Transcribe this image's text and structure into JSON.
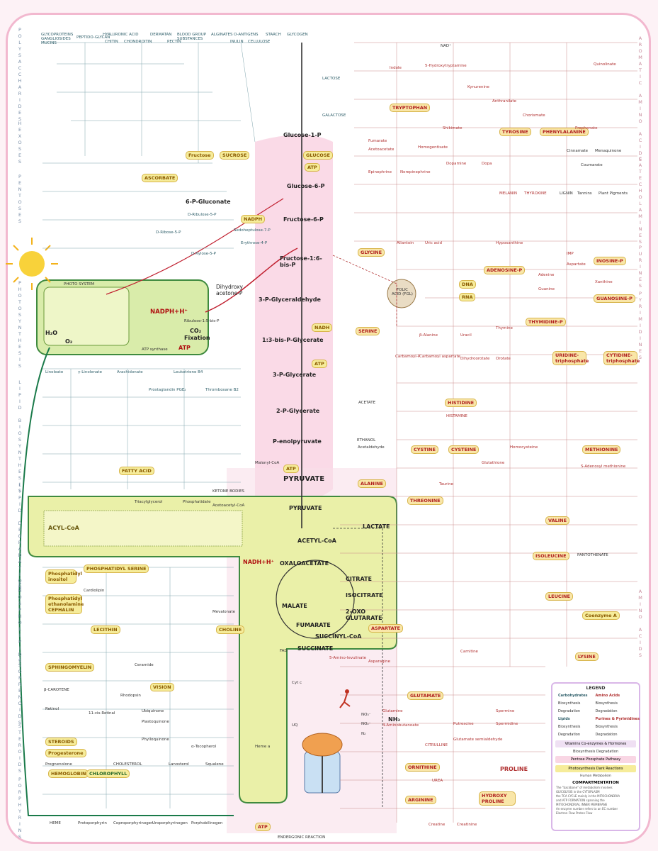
{
  "left_margin": {
    "polysaccharides": "POLYSACCHARIDES",
    "hexoses": "HEXOSES",
    "pentoses": "PENTOSES",
    "photosynthesis": "PHOTOSYNTHESIS",
    "lipid_biosynthesis": "LIPID BIOSYNTHESIS",
    "lipid_degradation": "LIPID DEGRADATION",
    "phospholipids": "PHOSPHOLIPIDS",
    "isoprenoids": "ISOPRENOIDS",
    "steroids": "STEROIDS",
    "porphyrins": "PORPHYRINS"
  },
  "right_margin": {
    "aromatic": "AROMATIC AMINO ACIDS",
    "catecholamines": "CATECHOLAMINES",
    "purines": "PURINES",
    "pyrimidines": "PYRIMIDINES",
    "amino_acids": "AMINO ACIDS"
  },
  "top_polysaccharides": [
    "GLYCOPROTEINS GANGLIOSIDES MUCINS",
    "PEPTIDO-GLYCAN",
    "HYALURONIC ACID",
    "CHITIN",
    "CHONDROITIN",
    "DERMATAN",
    "PECTIN",
    "BLOOD GROUP SUBSTANCES",
    "ALGINATES",
    "O-ANTIGENS",
    "INULIN",
    "CELLULOSE",
    "STARCH",
    "GLYCOGEN",
    "LACTOSE",
    "GALACTOSE"
  ],
  "glycolysis": {
    "glucose_1p": "Glucose-1-P",
    "glucose": "GLUCOSE",
    "sucrose": "SUCROSE",
    "fructose": "Fructose",
    "glucose_6p": "Glucose-6-P",
    "fructose_6p": "Fructose-6-P",
    "fructose_16bp": "Fructose-1:6-bis-P",
    "dhap": "Dihydroxy acetone-P",
    "gap": "3-P-Glyceraldehyde",
    "bpg": "1:3-bis-P-Glycerate",
    "pg3": "3-P-Glycerate",
    "pg2": "2-P-Glycerate",
    "pep": "P-enolpyruvate",
    "pyruvate": "PYRUVATE",
    "nadph": "NADPH",
    "nadh": "NADH",
    "atp": "ATP"
  },
  "pentose": {
    "six_pg": "6-P-Gluconate",
    "ascorbate": "ASCORBATE",
    "ribulose": "D-Ribulose-5-P",
    "xylose": "D-Xylose-5-P",
    "ribose": "D-Ribose-5-P",
    "erythrose": "Erythrose-4-P",
    "sedo": "Sedoheptulose-7-P"
  },
  "photosynthesis": {
    "nadph_h": "NADPH+H⁺",
    "co2": "CO₂",
    "fixation": "Fixation",
    "atp": "ATP",
    "h2o": "H₂O",
    "o2": "O₂",
    "ribulose_bp": "Ribulose-1:5-bis-P",
    "photosystem": "PHOTO SYSTEM",
    "atp_synthase": "ATP synthase"
  },
  "tca": {
    "pyruvate": "PYRUVATE",
    "acetyl_coa": "ACETYL-CoA",
    "oxaloacetate": "OXALOACETATE",
    "citrate": "CITRATE",
    "isocitrate": "ISOCITRATE",
    "oxoglutarate": "2-OXO GLUTARATE",
    "succinyl_coa": "SUCCINYL-CoA",
    "succinate": "SUCCINATE",
    "fumarate": "FUMARATE",
    "malate": "MALATE",
    "nadh_h": "NADH+H⁺",
    "fad": "FAD",
    "atp": "ATP",
    "endergonic": "ENDERGONIC REACTION",
    "uq": "UQ",
    "cyt_c": "Cyt c",
    "heme_a": "Heme a"
  },
  "lipids": {
    "fatty_acid": "FATTY ACID",
    "acyl_coa": "ACYL-CoA",
    "acetoacetyl": "Acetoacetyl-CoA",
    "ketone_bodies": "KETONE BODIES",
    "malonyl": "Malonyl-CoA",
    "linoleate": "Linoleate",
    "linolenate": "γ-Linolenate",
    "arachidonate": "Arachidonate",
    "leukotriene": "Leukotriene B4",
    "prostaglandin": "Prostaglandin PGE₂",
    "thromboxane": "Thromboxane B2",
    "phosphatidate": "Phosphatidate",
    "triacylglycerol": "Triacylglycerol",
    "mevalonate": "Mevalonate"
  },
  "phospholipids": {
    "ph_inositol": "Phosphatidyl inositol",
    "ph_ethanolamine": "Phosphatidyl ethanolamine CEPHALIN",
    "ph_serine": "PHOSPHATIDYL SERINE",
    "lecithin": "LECITHIN",
    "sphingomyelin": "SPHINGOMYELIN",
    "ceramide": "Ceramide",
    "choline": "CHOLINE",
    "cardiolipin": "Cardiolipin"
  },
  "isoprenoids": {
    "vision": "VISION",
    "carotene": "β-CAROTENE",
    "rhodopsin": "Rhodopsin",
    "retinol": "Retinol",
    "retinal": "11-cis-Retinal",
    "steroids": "STEROIDS",
    "progesterone": "Progesterone",
    "pregnenolone": "Pregnenolone",
    "cholesterol": "CHOLESTEROL",
    "lanosterol": "Lanosterol",
    "squalene": "Squalene",
    "ubiquinone": "Ubiquinone",
    "plastoquinone": "Plastoquinone",
    "tocopherol": "α-Tocopherol",
    "phylloquinone": "Phylloquinone"
  },
  "porphyrins": {
    "hemoglobin": "HEMOGLOBIN",
    "chlorophyll": "CHLOROPHYLL",
    "heme": "HEME",
    "protoporphyrin": "Protoporphyrin",
    "coproporphyrinogen": "Coproporphyrinogen",
    "uroporphyrinogen": "Uroporphyrinogen",
    "porphobilinogen": "Porphobilinogen"
  },
  "aromatic": {
    "tryptophan": "TRYPTOPHAN",
    "tyrosine": "TYROSINE",
    "phenylalanine": "PHENYLALANINE",
    "shikimate": "Shikimate",
    "chorismate": "Chorismate",
    "prephenate": "Prephenate",
    "indole": "Indole",
    "serotonin": "5-Hydroxytryptamine",
    "kynurenine": "Kynurenine",
    "nad": "NAD⁺",
    "quinolinate": "Quinolinate",
    "anthranilate": "Anthranilate",
    "dopamine": "Dopamine",
    "dopa": "Dopa",
    "melanin": "MELANIN",
    "thyroxine": "THYROXINE",
    "lignin": "LIGNIN",
    "tannins": "Tannins",
    "plant_pigments": "Plant Pigments",
    "epinephrine": "Epinephrine",
    "norepinephrine": "Norepinephrine",
    "homogentisate": "Homogentisate",
    "fumarate": "Fumarate",
    "acetoacetate": "Acetoacetate",
    "coumarate": "Coumarate",
    "cinnamate": "Cinnamate",
    "menaquinone": "Menaquinone"
  },
  "purines": {
    "adenosine_p": "ADENOSINE-P",
    "inosine_p": "INOSINE-P",
    "guanosine_p": "GUANOSINE-P",
    "imp": "IMP",
    "xanthine": "Xanthine",
    "uric_acid": "Uric acid",
    "allantoin": "Allantoin",
    "hypoxanthine": "Hypoxanthine",
    "adenine": "Adenine",
    "guanine": "Guanine",
    "aspartate": "Aspartate",
    "glycine": "GLYCINE",
    "folic_acid": "FOLIC ACID (FGL)",
    "dna": "DNA",
    "rna": "RNA"
  },
  "pyrimidines": {
    "thymidine_p": "THYMIDINE-P",
    "uridine_tp": "URIDINE-triphosphate",
    "cytidine_tp": "CYTIDINE-triphosphate",
    "orotate": "Orotate",
    "dihydroorotate": "Dihydroorotate",
    "carbamoyl_aspartate": "Carbamoyl aspartate",
    "thymine": "Thymine",
    "uracil": "Uracil",
    "beta_alanine": "β-Alanine",
    "carbamoyl_p": "Carbamoyl-P"
  },
  "amino_acids": {
    "serine": "SERINE",
    "cysteine": "CYSTEINE",
    "cystine": "CYSTINE",
    "methionine": "METHIONINE",
    "histidine": "HISTIDINE",
    "histamine": "HISTAMINE",
    "alanine": "ALANINE",
    "threonine": "THREONINE",
    "valine": "VALINE",
    "isoleucine": "ISOLEUCINE",
    "leucine": "LEUCINE",
    "lysine": "LYSINE",
    "glutamate": "GLUTAMATE",
    "glutamine": "Glutamine",
    "aspartate": "ASPARTATE",
    "asparagine": "Asparagine",
    "ornithine": "ORNITHINE",
    "arginine": "ARGININE",
    "citrulline": "CITRULLINE",
    "urea": "UREA",
    "proline": "PROLINE",
    "hydroxyproline": "HYDROXY PROLINE",
    "creatine": "Creatine",
    "creatinine": "Creatinine",
    "spermine": "Spermine",
    "spermidine": "Spermidine",
    "putrescine": "Putrescine",
    "coenzyme_a": "Coenzyme A",
    "pantothenate": "PANTOTHENATE",
    "carnitine": "Carnitine",
    "taurine": "Taurine",
    "glutathione": "Glutathione",
    "sam": "S-Adenosyl methionine",
    "homocysteine": "Homocysteine",
    "lactate": "LACTATE",
    "ethanol": "ETHANOL",
    "acetate": "ACETATE",
    "acetaldehyde": "Acetaldehyde",
    "gaba": "4-Aminobutanoate",
    "aminolevulinate": "5-Amino-levulinate",
    "glutamate_semialdehyde": "Glutamate semialdehyde",
    "ammonia": "NH₃",
    "nitrate": "NO₃⁻",
    "nitrite": "NO₂⁻",
    "nitrogen": "N₂"
  },
  "legend": {
    "title": "LEGEND",
    "items": [
      {
        "left": "Carbohydrates",
        "right": "Amino Acids"
      },
      {
        "left": "Biosynthesis",
        "right": "Biosynthesis"
      },
      {
        "left": "Degradation",
        "right": "Degradation"
      },
      {
        "left": "Lipids",
        "right": "Purines & Pyrimidines"
      },
      {
        "left": "Biosynthesis",
        "right": "Biosynthesis"
      },
      {
        "left": "Degradation",
        "right": "Degradation"
      }
    ],
    "vitamins": "Vitamins Co-enzymes & Hormones",
    "vit_sub": "Biosynthesis   Degradation",
    "pentose": "Pentose Phosphate Pathway",
    "dark": "Photosynthesis Dark Reactions",
    "human": "Human Metabolism",
    "compartmentation": "COMPARTMENTATION",
    "notes": [
      "The \"backbone\" of metabolism involves",
      "GLYCOLYSIS in the CYTOPLASM",
      "the TCA CYCLE mainly in the MITOCHONDRIA",
      "and ATP FORMATION spanning the",
      "MITOCHONDRIAL INNER MEMBRANE",
      "An enzyme number refers to an EC number",
      "Electron Flow          Proton Flow"
    ]
  },
  "colors": {
    "frame": "#f2b8cf",
    "glycolysis_band": "#f9d6e4",
    "mito": "#e9efa2",
    "mito_border": "#3f8a3f",
    "highlight": "#f6ec9a",
    "carb_text": "#2f5f6a",
    "amino_text": "#b03030"
  }
}
